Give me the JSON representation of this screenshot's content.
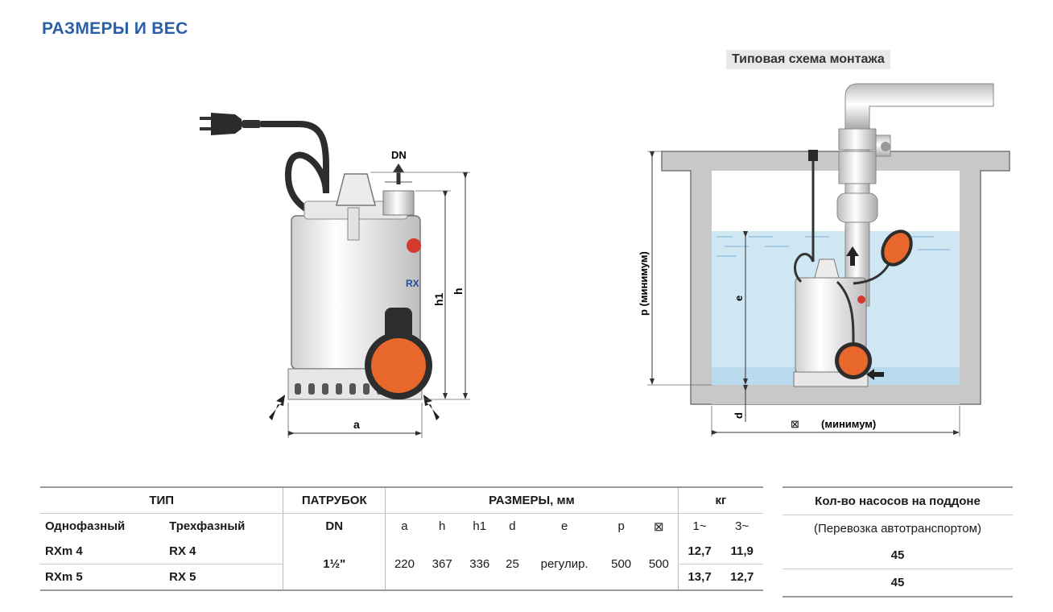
{
  "page": {
    "title": "РАЗМЕРЫ И ВЕС",
    "schema_caption": "Типовая схема монтажа"
  },
  "pump_drawing": {
    "dn_label": "DN",
    "h_label": "h",
    "h1_label": "h1",
    "a_label": "a",
    "brand_mark": "RX"
  },
  "install_drawing": {
    "p_label": "p (минимум)",
    "e_label": "e",
    "d_label": "d",
    "square_symbol": "⊠",
    "min_label": "(минимум)"
  },
  "specs_table": {
    "headers": {
      "type": "ТИП",
      "outlet": "ПАТРУБОК",
      "dimensions": "РАЗМЕРЫ, мм",
      "weight": "кг"
    },
    "subheaders": {
      "single_phase": "Однофазный",
      "three_phase": "Трехфазный",
      "dn": "DN",
      "a": "a",
      "h": "h",
      "h1": "h1",
      "d": "d",
      "e": "e",
      "p": "p",
      "square": "⊠",
      "w1": "1~",
      "w3": "3~"
    },
    "outlet_value": "1½\"",
    "shared": {
      "a": "220",
      "h": "367",
      "h1": "336",
      "d": "25",
      "e": "регулир.",
      "p": "500",
      "square": "500"
    },
    "rows": [
      {
        "single": "RXm 4",
        "three": "RX 4",
        "w1": "12,7",
        "w3": "11,9"
      },
      {
        "single": "RXm 5",
        "three": "RX 5",
        "w1": "13,7",
        "w3": "12,7"
      }
    ]
  },
  "pallet_table": {
    "header": "Кол-во насосов на поддоне",
    "subheader": "(Перевозка автотранспортом)",
    "rows": [
      "45",
      "45"
    ]
  },
  "colors": {
    "title_blue": "#2a5fa8",
    "float_orange": "#e8672a",
    "water_blue": "#cfe6f3",
    "wall_gray": "#c8c8c8"
  }
}
